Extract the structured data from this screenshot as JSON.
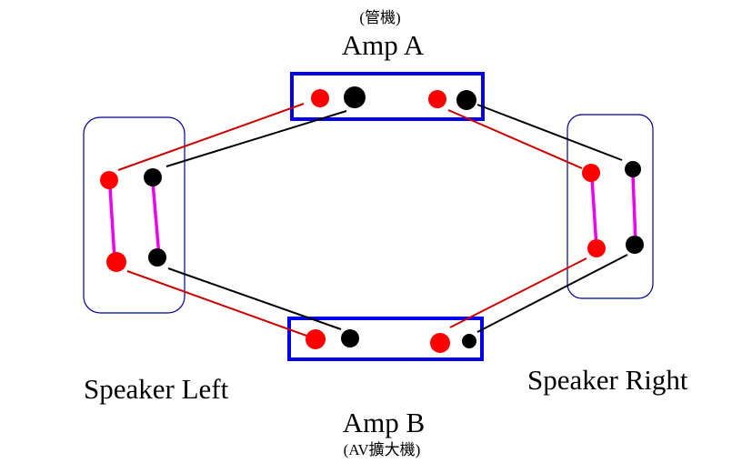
{
  "colors": {
    "amp_box": "#0000ee",
    "speaker_box": "#000099",
    "positive": "#ff0000",
    "negative": "#000000",
    "positive_wire": "#cc0000",
    "negative_wire": "#000000",
    "jumper": "#ee00ee"
  },
  "amp_a": {
    "subtitle": "(管機)",
    "title": "Amp A"
  },
  "amp_b": {
    "title": "Amp B",
    "subtitle": "(AV擴大機)"
  },
  "speaker_left": {
    "label": "Speaker Left"
  },
  "speaker_right": {
    "label": "Speaker Right"
  },
  "terminals": {
    "amp_a": [
      "positive",
      "negative",
      "positive",
      "negative"
    ],
    "amp_b": [
      "positive",
      "negative",
      "positive",
      "negative"
    ],
    "speaker_left": [
      "positive",
      "negative",
      "positive",
      "negative"
    ],
    "speaker_right": [
      "positive",
      "negative",
      "positive",
      "negative"
    ]
  },
  "connections": [
    {
      "from": "amp_a.left.positive",
      "to": "speaker_left.top.positive",
      "polarity": "positive"
    },
    {
      "from": "amp_a.left.negative",
      "to": "speaker_left.top.negative",
      "polarity": "negative"
    },
    {
      "from": "amp_a.right.positive",
      "to": "speaker_right.top.positive",
      "polarity": "positive"
    },
    {
      "from": "amp_a.right.negative",
      "to": "speaker_right.top.negative",
      "polarity": "negative"
    },
    {
      "from": "amp_b.left.positive",
      "to": "speaker_left.bottom.positive",
      "polarity": "positive"
    },
    {
      "from": "amp_b.left.negative",
      "to": "speaker_left.bottom.negative",
      "polarity": "negative"
    },
    {
      "from": "amp_b.right.positive",
      "to": "speaker_right.bottom.positive",
      "polarity": "positive"
    },
    {
      "from": "amp_b.right.negative",
      "to": "speaker_right.bottom.negative",
      "polarity": "negative"
    }
  ]
}
